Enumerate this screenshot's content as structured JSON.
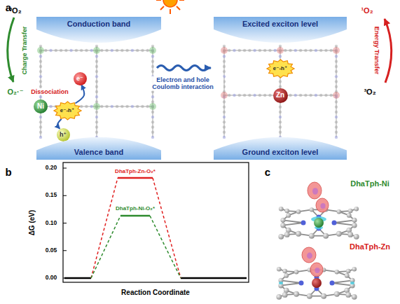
{
  "diagram": {
    "nodes": [
      {
        "text": [
          "Conduction band"
        ]
      },
      {
        "text": [
          "e⁻"
        ]
      },
      {
        "text": [
          "Ni"
        ]
      },
      {
        "text": [
          "e⁻-h⁺"
        ]
      },
      {
        "text": [
          "h⁺"
        ]
      },
      {
        "text": [
          "Valence band"
        ]
      },
      {
        "text": [
          "Excited exciton level"
        ]
      },
      {
        "text": [
          "e⁻-h⁺"
        ]
      },
      {
        "text": [
          "Zn"
        ]
      },
      {
        "text": [
          "Ground exciton level"
        ]
      }
    ],
    "edges": [
      {
        "from": 3,
        "to": 1,
        "arrow": "to"
      },
      {
        "from": 3,
        "to": 4,
        "arrow": "to"
      }
    ],
    "labels": [
      "a",
      "³O₂",
      "Charge Transfer",
      "O₂·⁻",
      "Dissociation",
      "Electron and hole Coulomb interaction",
      "¹O₂",
      "Energy Transfer",
      "³O₂",
      "b",
      "0.20",
      "0.15",
      "0.10",
      "0.05",
      "0.00",
      "ΔG (eV)",
      "Reaction Coordinate",
      "DhaTph-Zn-O₂*",
      "DhaTph-Ni-O₂*",
      "c",
      "DhaTph-Ni",
      "DhaTph-Zn"
    ]
  }
}
